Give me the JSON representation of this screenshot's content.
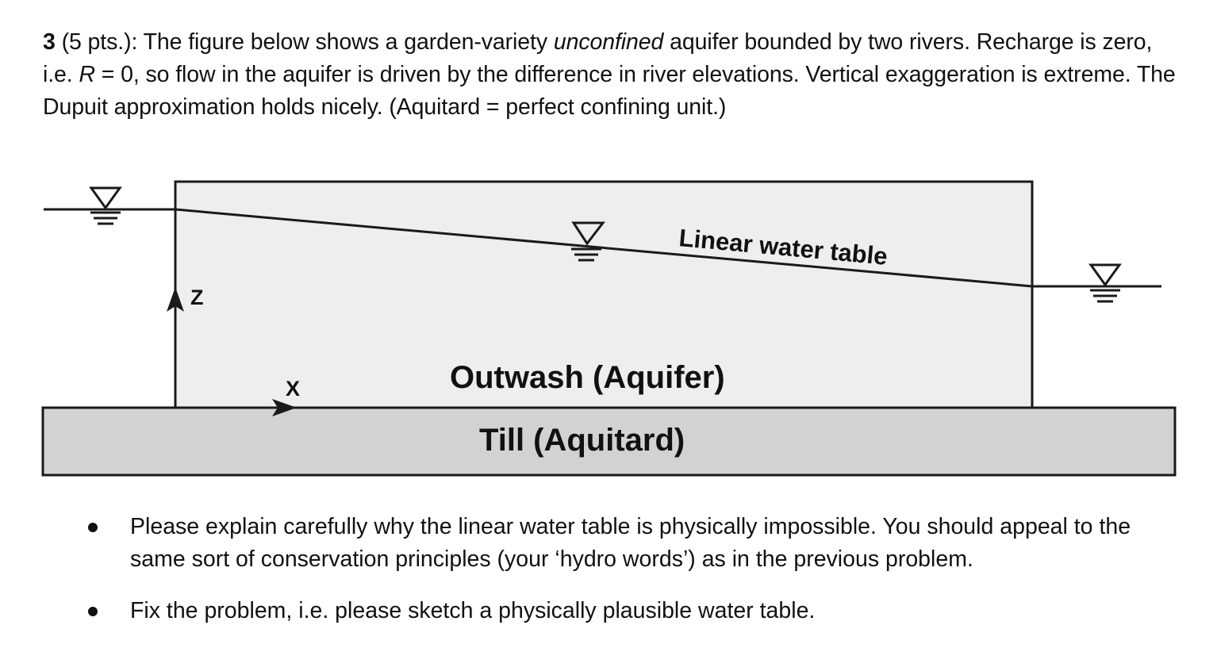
{
  "problem": {
    "number": "3",
    "points": "(5 pts.):",
    "text_1": " The figure below shows a garden-variety ",
    "emphasis": "unconfined",
    "text_2": " aquifer bounded by two rivers. Recharge is zero, i.e. ",
    "var_R": "R",
    "text_3": " = 0, so flow in the aquifer is driven by the difference in river elevations. Vertical exaggeration is extreme. The Dupuit approximation holds nicely. (Aquitard = perfect confining unit.)"
  },
  "figure": {
    "water_table_label": "Linear water table",
    "aquifer_label": "Outwash (Aquifer)",
    "aquitard_label": "Till (Aquitard)",
    "axis_z_label": "Z",
    "axis_x_label": "X",
    "symbols": [
      "water-level-triangle-left-river",
      "water-level-triangle-midaquifer",
      "water-level-triangle-right-river"
    ],
    "colors": {
      "aquifer_fill": "#efeeee",
      "aquitard_fill": "#d3d2d3",
      "line": "#1a1a1a"
    }
  },
  "questions": [
    "Please explain carefully why the linear water table is physically impossible. You should appeal to the same sort of conservation principles (your ‘hydro words’) as in the previous problem.",
    "Fix the problem, i.e. please sketch a physically plausible water table."
  ]
}
